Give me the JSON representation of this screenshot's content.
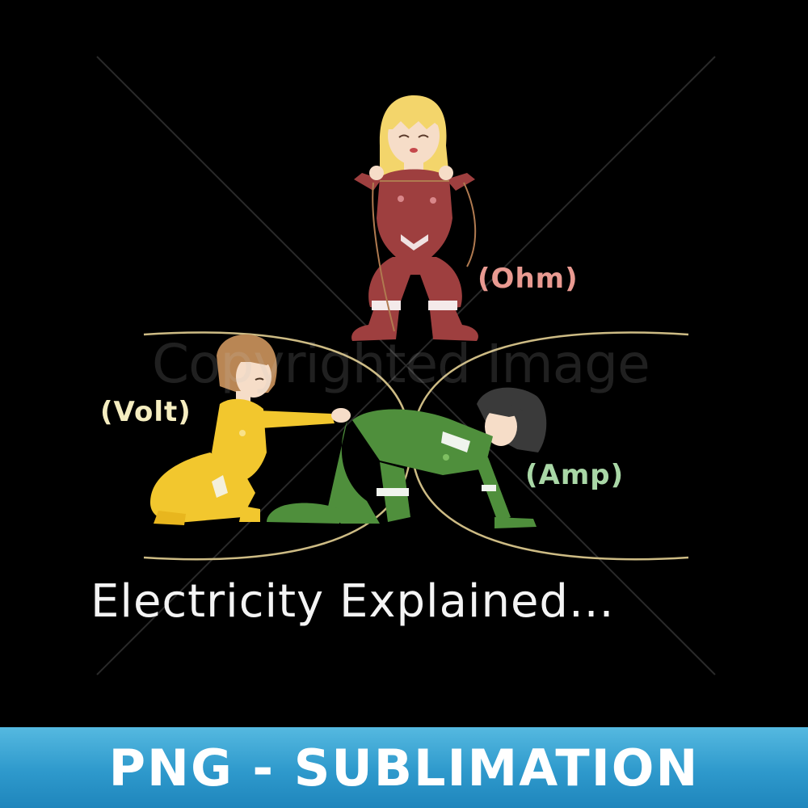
{
  "labels": {
    "ohm": "(Ohm)",
    "volt": "(Volt)",
    "amp": "(Amp)"
  },
  "watermark": "Copyrighted Image",
  "caption": "Electricity Explained...",
  "banner": {
    "text": "PNG - SUBLIMATION"
  },
  "colors": {
    "background": "#000000",
    "ohm_label": "#e99a91",
    "volt_label": "#f5edc0",
    "amp_label": "#a9d7a6",
    "ohm_suit": "#9e3f3f",
    "volt_suit": "#f2c72e",
    "amp_suit": "#4f8f3c",
    "banner": "#2e99cc",
    "caption": "#f4f4f4"
  }
}
